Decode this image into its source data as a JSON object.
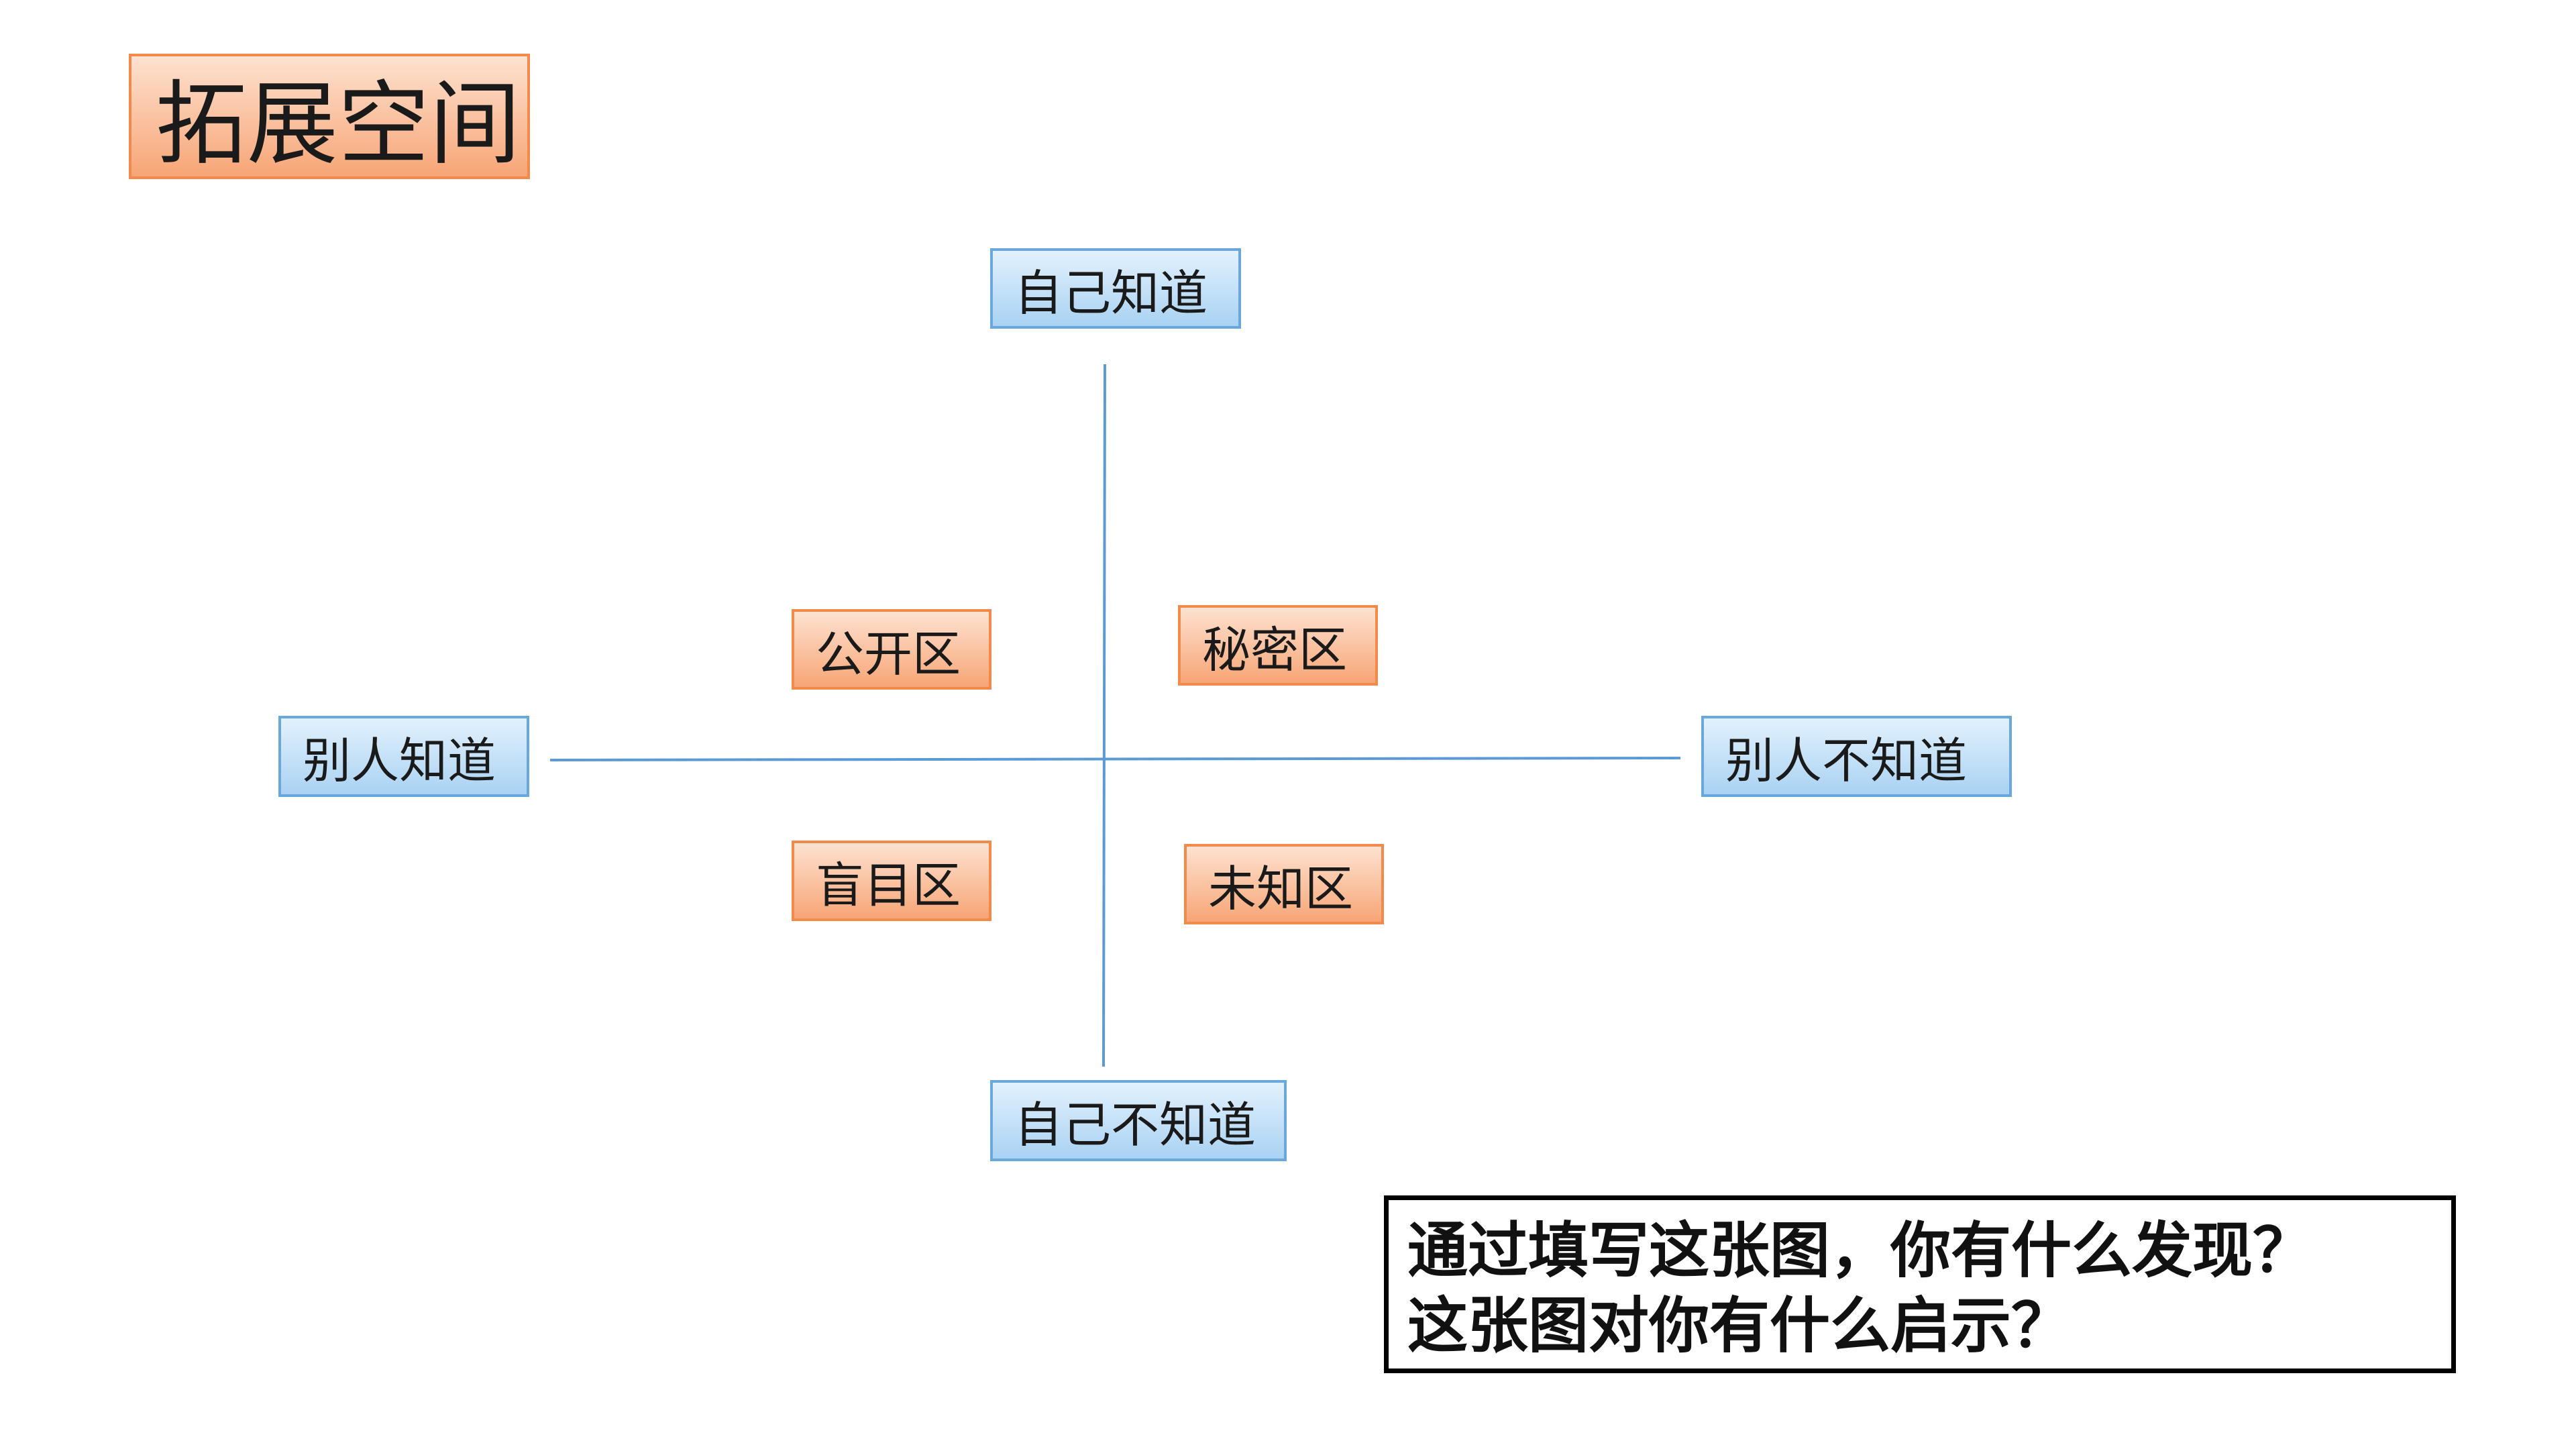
{
  "title": "拓展空间",
  "axes": {
    "top": "自己知道",
    "bottom": "自己不知道",
    "left": "别人知道",
    "right": "别人不知道"
  },
  "zones": {
    "top_left": "公开区",
    "top_right": "秘密区",
    "bottom_left": "盲目区",
    "bottom_right": "未知区"
  },
  "question": {
    "line1": "通过填写这张图，你有什么发现？",
    "line2": "这张图对你有什么启示？"
  },
  "colors": {
    "orange_fill": "#f7a576",
    "orange_border": "#f28a4b",
    "blue_fill": "#a9d2f3",
    "blue_border": "#6aa8dc",
    "axis_line": "#5b9bd5"
  }
}
